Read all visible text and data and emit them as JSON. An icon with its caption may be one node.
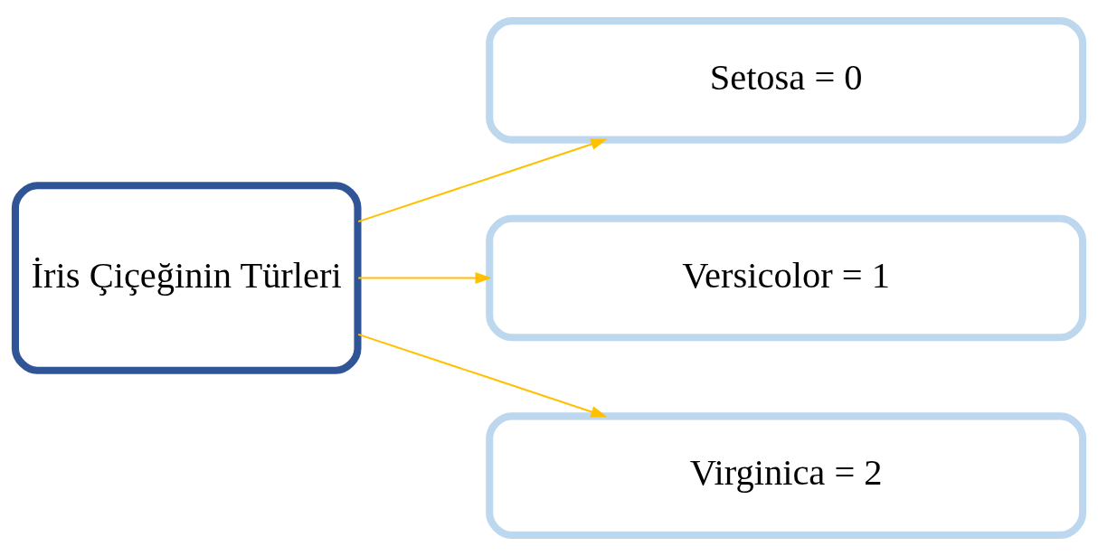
{
  "diagram": {
    "nodes": [
      {
        "text": [
          "İris Çiçeğinin Türleri"
        ]
      },
      {
        "text": [
          "Setosa = 0"
        ]
      },
      {
        "text": [
          "Versicolor = 1"
        ]
      },
      {
        "text": [
          "Virginica = 2"
        ]
      }
    ],
    "edges": [
      {
        "from": 0,
        "to": 1,
        "arrow": "to",
        "color": "#ffc000"
      },
      {
        "from": 0,
        "to": 2,
        "arrow": "to",
        "color": "#ffc000"
      },
      {
        "from": 0,
        "to": 3,
        "arrow": "to",
        "color": "#ffc000"
      }
    ]
  }
}
